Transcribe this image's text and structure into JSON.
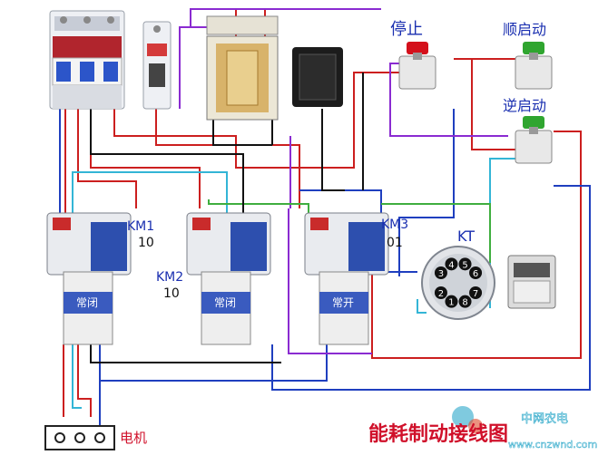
{
  "labels": {
    "stop": "停止",
    "forward_start": "顺启动",
    "reverse_start": "逆启动",
    "km1": "KM1",
    "km1_code": "10",
    "km2": "KM2",
    "km2_code": "10",
    "km3": "KM3",
    "km3_code": "01",
    "kt": "KT",
    "nc1": "常闭",
    "nc2": "常闭",
    "no3": "常开",
    "motor": "电机",
    "title": "能耗制动接线图",
    "watermark_cn": "中网农电",
    "watermark_url": "www.cnzwnd.com"
  },
  "timer_pins": [
    "1",
    "2",
    "3",
    "4",
    "5",
    "6",
    "7",
    "8"
  ],
  "colors": {
    "wire_red": "#cc1f1f",
    "wire_blue": "#1f3fbf",
    "wire_cyan": "#33b5d6",
    "wire_purple": "#8a2bd1",
    "wire_green": "#3fae3f",
    "wire_black": "#111111",
    "label_blue": "#1a2fb0",
    "title_red": "#d0102a",
    "contactor_blue": "#2d4fae"
  }
}
